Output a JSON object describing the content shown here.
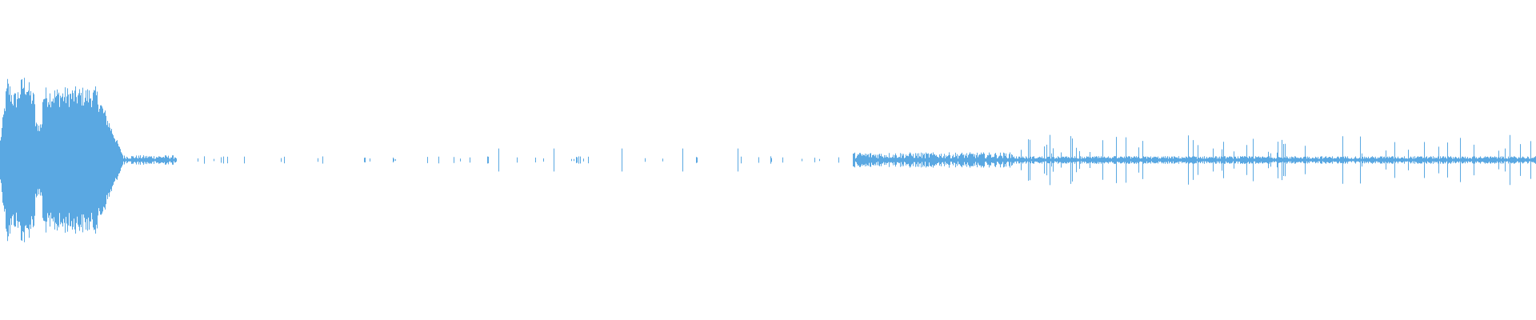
{
  "waveform": {
    "color": "#5aa8e2",
    "background": "#ffffff",
    "segments": [
      {
        "start": 0.0,
        "end": 0.08,
        "amplitude": 0.86,
        "density": "dense"
      },
      {
        "start": 0.08,
        "end": 0.115,
        "amplitude": 0.05,
        "density": "dense"
      },
      {
        "start": 0.115,
        "end": 0.555,
        "amplitude": 0.03,
        "density": "sparse"
      },
      {
        "start": 0.555,
        "end": 0.66,
        "amplitude": 0.08,
        "density": "dense"
      },
      {
        "start": 0.66,
        "end": 1.0,
        "amplitude": 0.22,
        "density": "spiky"
      }
    ]
  }
}
